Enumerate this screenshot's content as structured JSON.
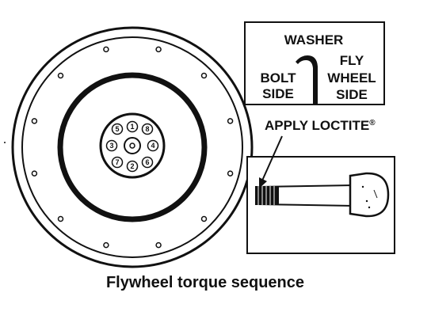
{
  "caption": "Flywheel torque sequence",
  "washer_inset": {
    "title": "WASHER",
    "bolt_side_line1": "BOLT",
    "bolt_side_line2": "SIDE",
    "flywheel_side_line1": "FLY",
    "flywheel_side_line2": "WHEEL",
    "flywheel_side_line3": "SIDE"
  },
  "loctite_label": "APPLY LOCTITE",
  "loctite_mark": "®",
  "bolt_sequence": [
    "1",
    "2",
    "3",
    "4",
    "5",
    "6",
    "7",
    "8"
  ],
  "outer_bolt_hole_count": 12
}
